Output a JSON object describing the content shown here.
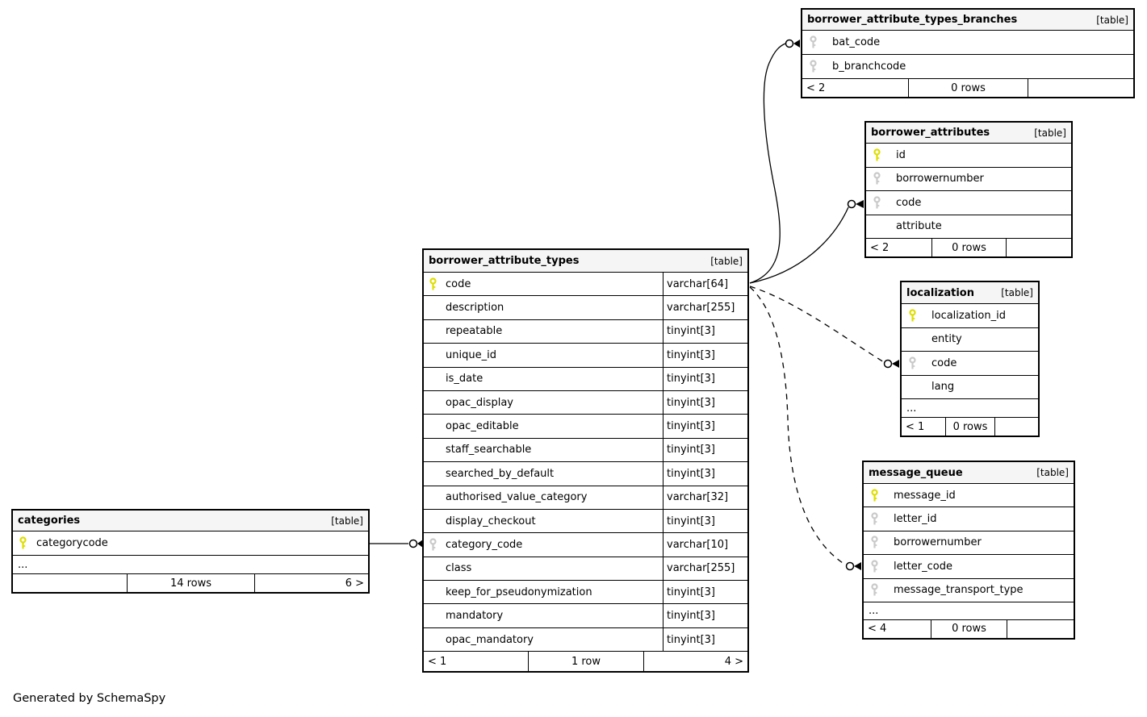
{
  "generator_note": "Generated by SchemaSpy",
  "colors": {
    "header_bg": "#f5f5f5",
    "border": "#000000",
    "primary_key": "#dede00",
    "foreign_key": "#c9c9c9"
  },
  "icons": {
    "primary_key": "key-icon (yellow)",
    "foreign_key": "key-icon (gray)"
  },
  "tables": {
    "branches": {
      "title": "borrower_attribute_types_branches",
      "badge": "[table]",
      "columns": [
        {
          "name": "bat_code",
          "key": "fk"
        },
        {
          "name": "b_branchcode",
          "key": "fk"
        }
      ],
      "footer": {
        "left": "< 2",
        "center": "0 rows",
        "right": ""
      }
    },
    "borrower_attributes": {
      "title": "borrower_attributes",
      "badge": "[table]",
      "columns": [
        {
          "name": "id",
          "key": "pk"
        },
        {
          "name": "borrowernumber",
          "key": "fk"
        },
        {
          "name": "code",
          "key": "fk"
        },
        {
          "name": "attribute",
          "key": ""
        }
      ],
      "footer": {
        "left": "< 2",
        "center": "0 rows",
        "right": ""
      }
    },
    "borrower_attribute_types": {
      "title": "borrower_attribute_types",
      "badge": "[table]",
      "columns": [
        {
          "name": "code",
          "type": "varchar[64]",
          "key": "pk"
        },
        {
          "name": "description",
          "type": "varchar[255]",
          "key": ""
        },
        {
          "name": "repeatable",
          "type": "tinyint[3]",
          "key": ""
        },
        {
          "name": "unique_id",
          "type": "tinyint[3]",
          "key": ""
        },
        {
          "name": "is_date",
          "type": "tinyint[3]",
          "key": ""
        },
        {
          "name": "opac_display",
          "type": "tinyint[3]",
          "key": ""
        },
        {
          "name": "opac_editable",
          "type": "tinyint[3]",
          "key": ""
        },
        {
          "name": "staff_searchable",
          "type": "tinyint[3]",
          "key": ""
        },
        {
          "name": "searched_by_default",
          "type": "tinyint[3]",
          "key": ""
        },
        {
          "name": "authorised_value_category",
          "type": "varchar[32]",
          "key": ""
        },
        {
          "name": "display_checkout",
          "type": "tinyint[3]",
          "key": ""
        },
        {
          "name": "category_code",
          "type": "varchar[10]",
          "key": "fk"
        },
        {
          "name": "class",
          "type": "varchar[255]",
          "key": ""
        },
        {
          "name": "keep_for_pseudonymization",
          "type": "tinyint[3]",
          "key": ""
        },
        {
          "name": "mandatory",
          "type": "tinyint[3]",
          "key": ""
        },
        {
          "name": "opac_mandatory",
          "type": "tinyint[3]",
          "key": ""
        }
      ],
      "footer": {
        "left": "< 1",
        "center": "1 row",
        "right": "4 >"
      }
    },
    "localization": {
      "title": "localization",
      "badge": "[table]",
      "columns": [
        {
          "name": "localization_id",
          "key": "pk"
        },
        {
          "name": "entity",
          "key": ""
        },
        {
          "name": "code",
          "key": "fk"
        },
        {
          "name": "lang",
          "key": ""
        }
      ],
      "more_row": "...",
      "footer": {
        "left": "< 1",
        "center": "0 rows",
        "right": ""
      }
    },
    "message_queue": {
      "title": "message_queue",
      "badge": "[table]",
      "columns": [
        {
          "name": "message_id",
          "key": "pk"
        },
        {
          "name": "letter_id",
          "key": "fk"
        },
        {
          "name": "borrowernumber",
          "key": "fk"
        },
        {
          "name": "letter_code",
          "key": "fk"
        },
        {
          "name": "message_transport_type",
          "key": "fk"
        }
      ],
      "more_row": "...",
      "footer": {
        "left": "< 4",
        "center": "0 rows",
        "right": ""
      }
    },
    "categories": {
      "title": "categories",
      "badge": "[table]",
      "columns": [
        {
          "name": "categorycode",
          "key": "pk"
        }
      ],
      "more_row": "...",
      "footer": {
        "left": "",
        "center": "14 rows",
        "right": "6 >"
      }
    }
  },
  "relationships": [
    {
      "parent": "borrower_attribute_types.code",
      "child": "borrower_attribute_types_branches.bat_code",
      "style": "solid"
    },
    {
      "parent": "borrower_attribute_types.code",
      "child": "borrower_attributes.code",
      "style": "solid"
    },
    {
      "parent": "borrower_attribute_types.code",
      "child": "localization.code",
      "style": "dashed"
    },
    {
      "parent": "borrower_attribute_types.code",
      "child": "message_queue.letter_code",
      "style": "dashed"
    },
    {
      "parent": "categories.categorycode",
      "child": "borrower_attribute_types.category_code",
      "style": "solid"
    }
  ]
}
